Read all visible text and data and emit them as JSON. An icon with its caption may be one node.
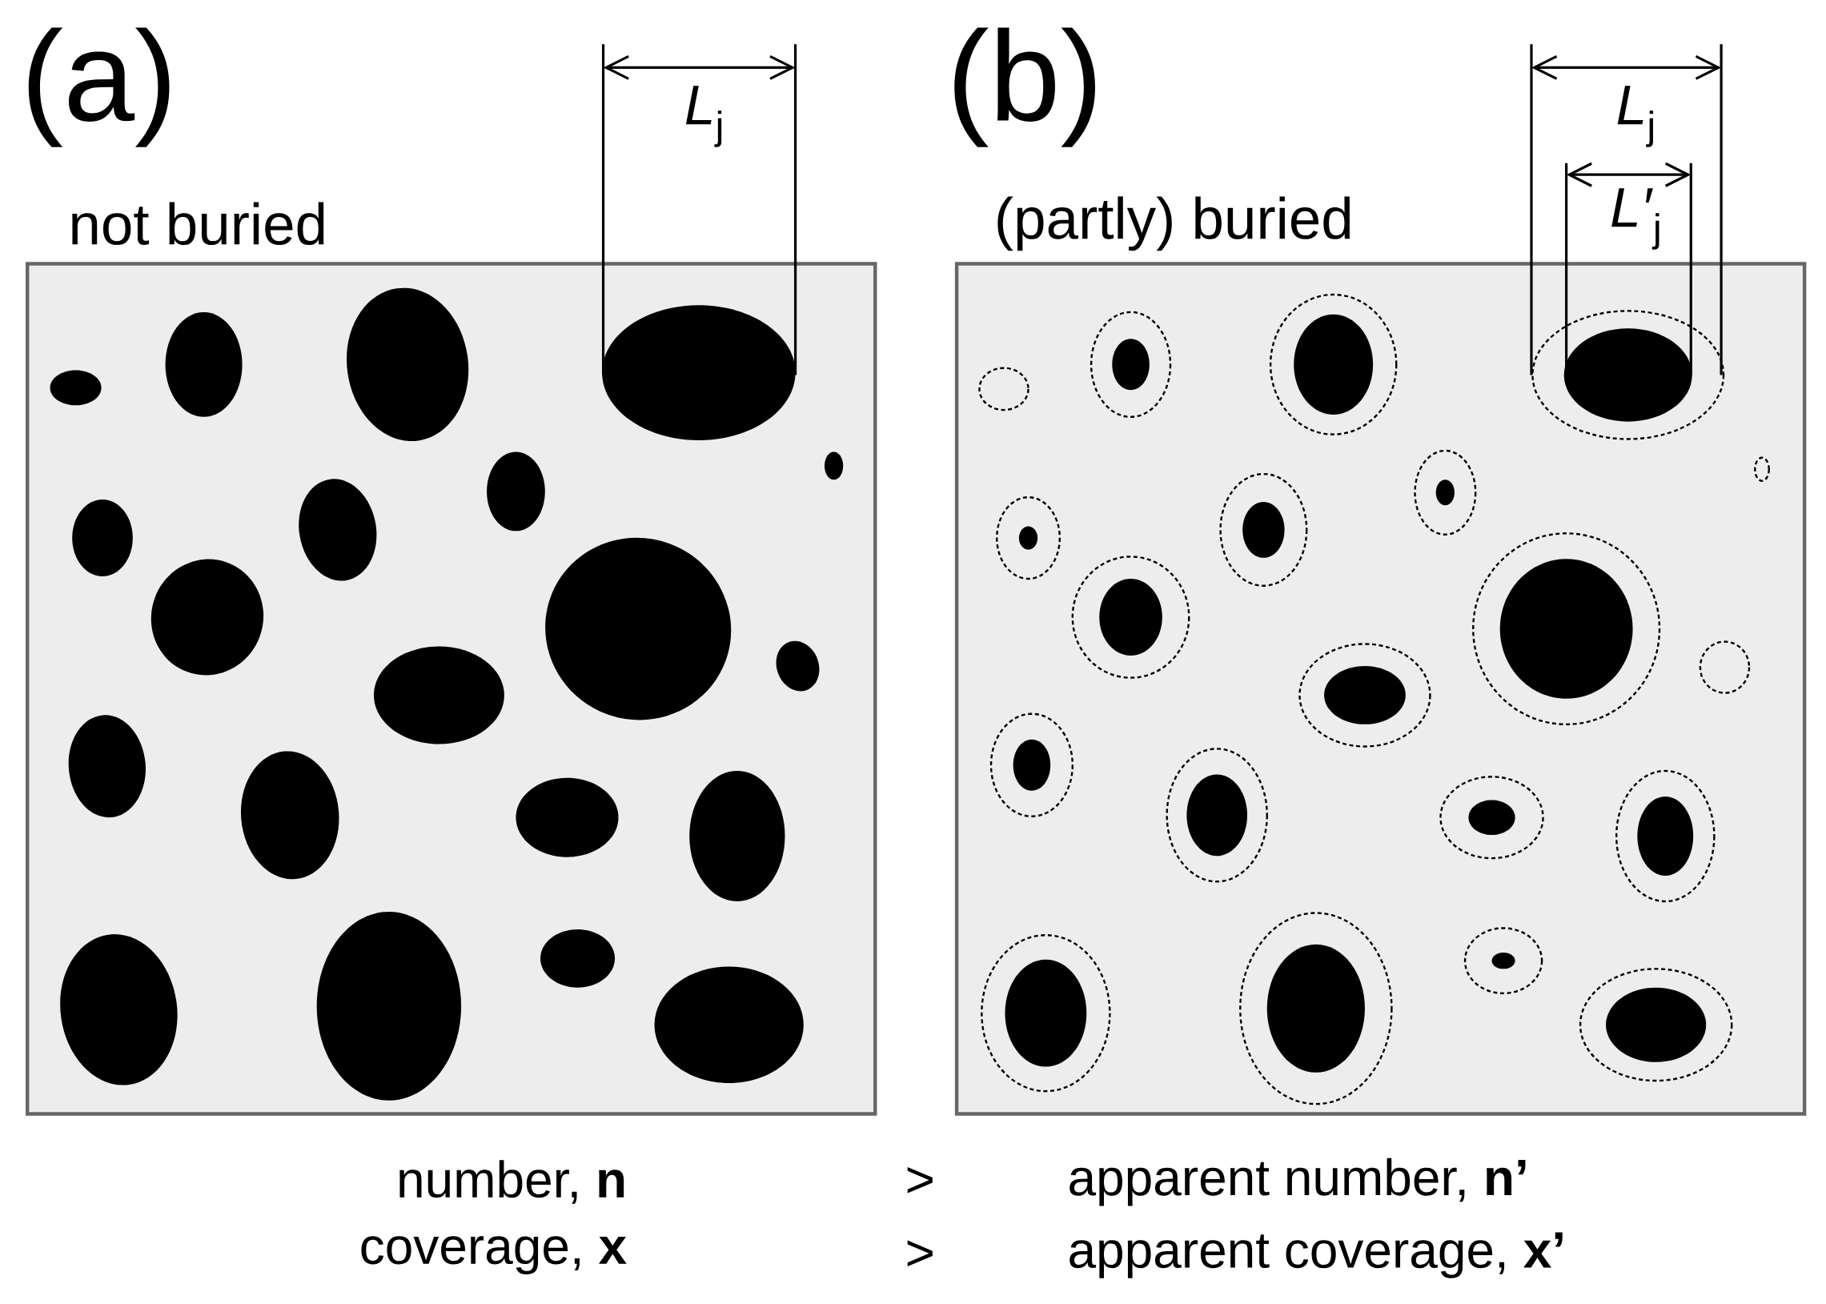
{
  "diagram": {
    "nodes": [
      {
        "text": [
          "not buried"
        ]
      },
      {
        "text": [
          "(partly) buried"
        ]
      }
    ],
    "labels": [
      "(a)",
      "*L*$_{j}$",
      "(b)",
      "*L*$_{j}$",
      "*L′*$_{j}$",
      "number, **n**",
      ">",
      "apparent number, **n’**",
      "coverage, **x**",
      ">",
      "apparent coverage, **x’**"
    ]
  }
}
